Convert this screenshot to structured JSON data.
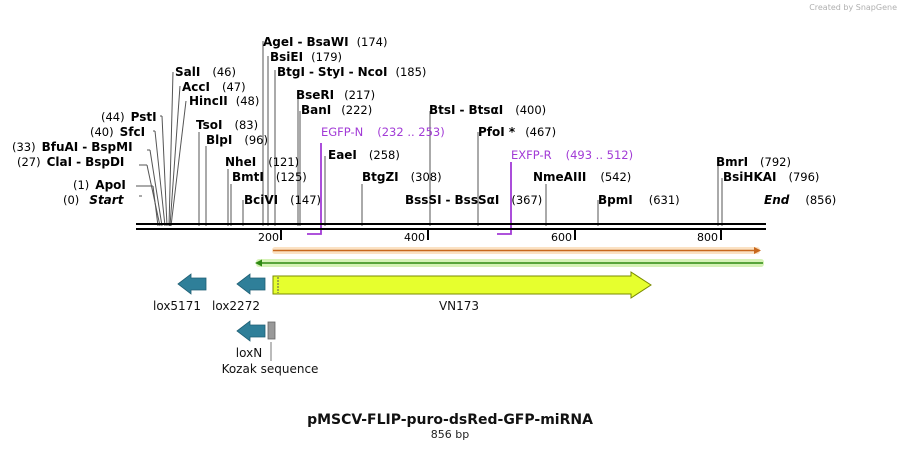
{
  "credit": "Created by SnapGene",
  "title": "pMSCV-FLIP-puro-dsRed-GFP-miRNA",
  "length_label": "856 bp",
  "scale_ticks": [
    "200",
    "400",
    "600",
    "800"
  ],
  "sites": [
    {
      "name": "AgeI",
      "sep": "-",
      "name2": "BsaWI",
      "pos": "(174)"
    },
    {
      "name": "BsiEI",
      "pos": "(179)"
    },
    {
      "name": "BtgI",
      "sep": "-",
      "name2": "StyI",
      "sep2": "-",
      "name3": "NcoI",
      "pos": "(185)"
    },
    {
      "name": "SalI",
      "pos": "(46)"
    },
    {
      "name": "AccI",
      "pos": "(47)"
    },
    {
      "name": "HincII",
      "pos": "(48)"
    },
    {
      "name": "BseRI",
      "pos": "(217)"
    },
    {
      "name": "BanI",
      "pos": "(222)"
    },
    {
      "pos": "(44)",
      "name": "PstI"
    },
    {
      "name": "TsoI",
      "pos": "(83)"
    },
    {
      "name": "BtsI",
      "sep": "-",
      "name2": "BtsαI",
      "pos": "(400)"
    },
    {
      "pos": "(40)",
      "name": "SfcI"
    },
    {
      "name": "BlpI",
      "pos": "(96)"
    },
    {
      "name": "PfoI *",
      "pos": "(467)"
    },
    {
      "pos": "(33)",
      "name": "BfuAI",
      "sep": "-",
      "name2": "BspMI"
    },
    {
      "name": "EaeI",
      "pos": "(258)"
    },
    {
      "pos": "(27)",
      "name": "ClaI",
      "sep": "-",
      "name2": "BspDI"
    },
    {
      "name": "NheI",
      "pos": "(121)"
    },
    {
      "name": "BmrI",
      "pos": "(792)"
    },
    {
      "pos": "(1)",
      "name": "ApoI"
    },
    {
      "name": "BmtI",
      "pos": "(125)"
    },
    {
      "name": "BtgZI",
      "pos": "(308)"
    },
    {
      "name": "NmeAIII",
      "pos": "(542)"
    },
    {
      "name": "BsiHKAI",
      "pos": "(796)"
    },
    {
      "pos": "(0)",
      "name": "Start"
    },
    {
      "name": "BciVI",
      "pos": "(147)"
    },
    {
      "name": "BssSI",
      "sep": "-",
      "name2": "BssSαI",
      "pos": "(367)"
    },
    {
      "name": "BpmI",
      "pos": "(631)"
    },
    {
      "name": "End",
      "pos": "(856)"
    }
  ],
  "primers": [
    {
      "name": "EGFP-N",
      "range": "(232 .. 253)"
    },
    {
      "name": "EXFP-R",
      "range": "(493 .. 512)"
    }
  ],
  "features": [
    {
      "name": "lox5171",
      "type": "protein_bind",
      "direction": "reverse"
    },
    {
      "name": "lox2272",
      "type": "protein_bind",
      "direction": "reverse"
    },
    {
      "name": "VN173",
      "type": "CDS",
      "direction": "forward"
    },
    {
      "name": "loxN",
      "type": "protein_bind",
      "direction": "reverse"
    },
    {
      "name": "Kozak sequence",
      "type": "regulatory"
    }
  ],
  "colors": {
    "primer": "#a23bd6",
    "lox": "#2f7f99",
    "cds": "#e6ff2e",
    "orf_forward": "#f0a860",
    "orf_reverse": "#90d050",
    "kozak": "#999999"
  }
}
